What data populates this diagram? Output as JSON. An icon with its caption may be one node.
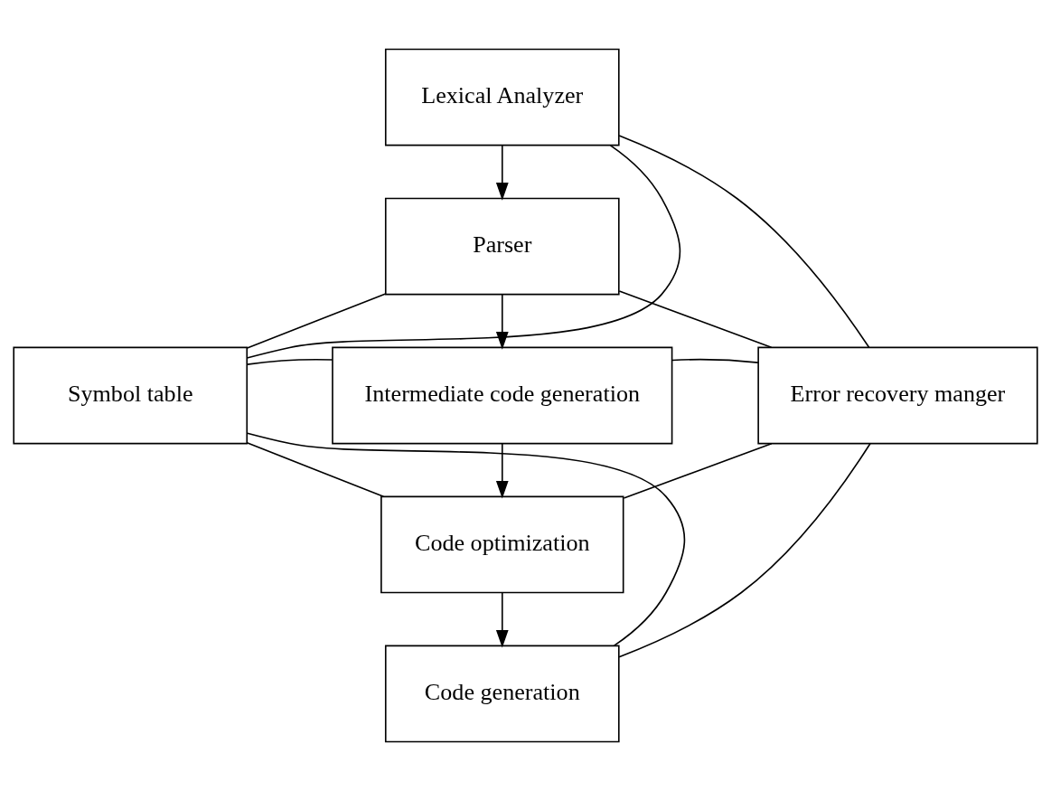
{
  "diagram": {
    "nodes": [
      {
        "text": [
          "Lexical Analyzer"
        ]
      },
      {
        "text": [
          "Parser"
        ]
      },
      {
        "text": [
          "Intermediate code generation"
        ]
      },
      {
        "text": [
          "Symbol table"
        ]
      },
      {
        "text": [
          "Error recovery manger"
        ]
      },
      {
        "text": [
          "Code optimization"
        ]
      },
      {
        "text": [
          "Code generation"
        ]
      }
    ],
    "edges": [
      {
        "from": 0,
        "to": 1,
        "arrow": "to"
      },
      {
        "from": 1,
        "to": 2,
        "arrow": "to"
      },
      {
        "from": 2,
        "to": 5,
        "arrow": "to"
      },
      {
        "from": 5,
        "to": 6,
        "arrow": "to"
      },
      {
        "from": 3,
        "to": 0,
        "arrow": "none"
      },
      {
        "from": 3,
        "to": 1,
        "arrow": "none"
      },
      {
        "from": 3,
        "to": 2,
        "arrow": "none"
      },
      {
        "from": 3,
        "to": 5,
        "arrow": "none"
      },
      {
        "from": 3,
        "to": 6,
        "arrow": "none"
      },
      {
        "from": 4,
        "to": 0,
        "arrow": "none"
      },
      {
        "from": 4,
        "to": 1,
        "arrow": "none"
      },
      {
        "from": 4,
        "to": 2,
        "arrow": "none"
      },
      {
        "from": 4,
        "to": 5,
        "arrow": "none"
      },
      {
        "from": 4,
        "to": 6,
        "arrow": "none"
      }
    ]
  }
}
